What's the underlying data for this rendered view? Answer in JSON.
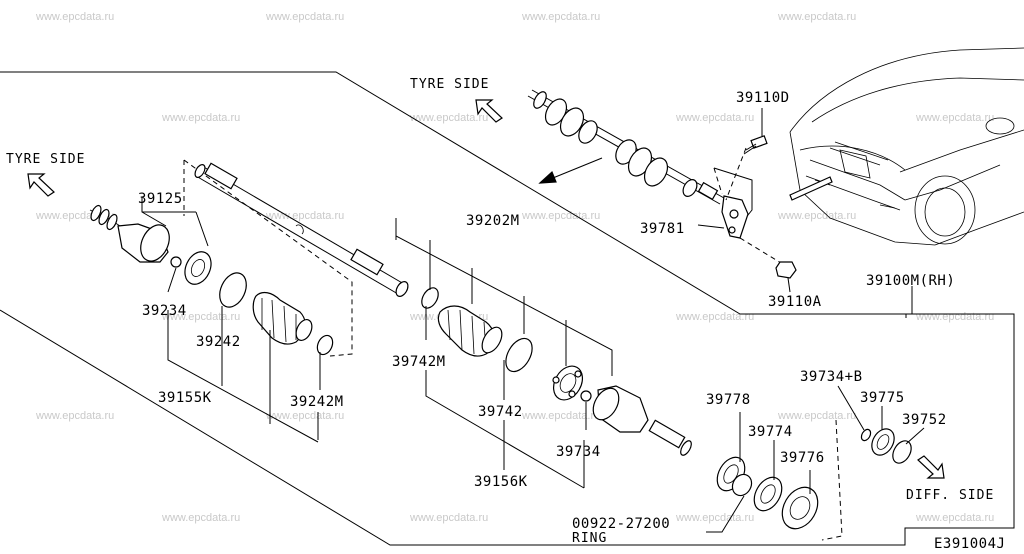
{
  "watermark": "www.epcdata.ru",
  "labels": {
    "tyre_side_top": "TYRE SIDE",
    "tyre_side_left": "TYRE SIDE",
    "diff_side": "DIFF. SIDE",
    "ring": "RING",
    "diagram_code": "E391004J"
  },
  "parts": {
    "p39110D": "39110D",
    "p39781": "39781",
    "p39110A": "39110A",
    "p39100M": "39100M(RH)",
    "p39125": "39125",
    "p39234": "39234",
    "p39242": "39242",
    "p39155K": "39155K",
    "p39242M": "39242M",
    "p39202M": "39202M",
    "p39742M": "39742M",
    "p39742": "39742",
    "p39734": "39734",
    "p39156K": "39156K",
    "p39778": "39778",
    "p39774": "39774",
    "p39776": "39776",
    "p39734B": "39734+B",
    "p39775": "39775",
    "p39752": "39752",
    "p00922": "00922-27200"
  }
}
